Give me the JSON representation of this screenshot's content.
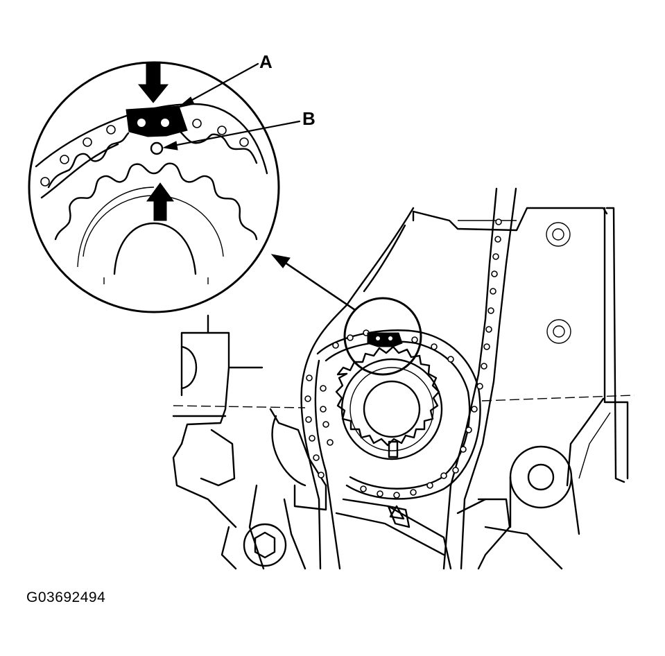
{
  "labels": {
    "a": "A",
    "b": "B"
  },
  "figure_code": "G03692494",
  "colors": {
    "ink": "#000000",
    "paper": "#ffffff"
  }
}
